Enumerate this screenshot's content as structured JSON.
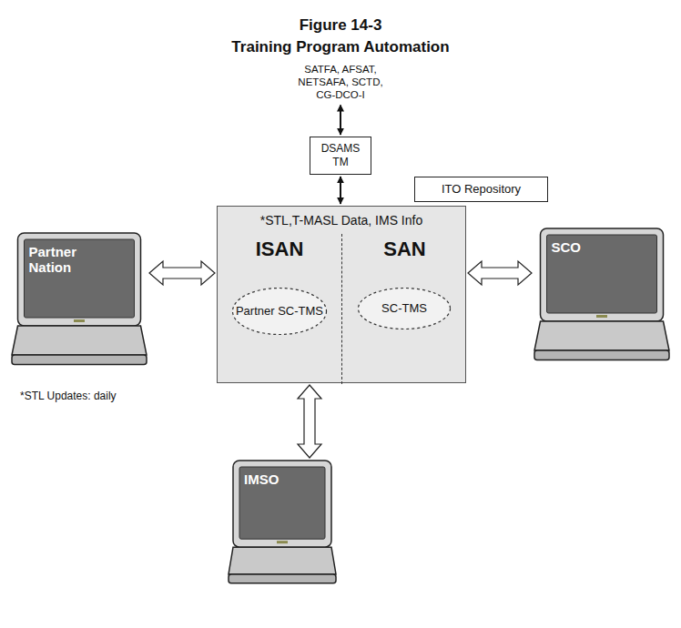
{
  "diagram": {
    "title": "Figure 14-3",
    "nodes": [
      {
        "text": [
          "SATFA, AFSAT, NETSAFA, SCTD, CG-DCO-I"
        ]
      },
      {
        "text": [
          "DSAMS TM"
        ]
      },
      {
        "text": [
          "ITO Repository"
        ]
      },
      {
        "text": [
          "*STL,T-MASL Data, IMS Info"
        ]
      },
      {
        "text": [
          "ISAN"
        ],
        "in": 3
      },
      {
        "text": [
          "Partner SC-TMS"
        ],
        "in": 4
      },
      {
        "text": [
          "SAN"
        ],
        "in": 3
      },
      {
        "text": [
          "SC-TMS"
        ],
        "in": 6
      },
      {
        "text": [
          "Partner Nation"
        ]
      },
      {
        "text": [
          "SCO"
        ]
      },
      {
        "text": [
          "IMSO"
        ]
      }
    ],
    "edges": [
      {
        "from": 0,
        "to": 1,
        "arrow": "both"
      },
      {
        "from": 1,
        "to": 3,
        "arrow": "both"
      },
      {
        "from": 8,
        "to": 3,
        "arrow": "both"
      },
      {
        "from": 3,
        "to": 9,
        "arrow": "both"
      },
      {
        "from": 3,
        "to": 10,
        "arrow": "both"
      }
    ],
    "labels": [
      "Training Program Automation",
      "*STL Updates: daily"
    ]
  }
}
